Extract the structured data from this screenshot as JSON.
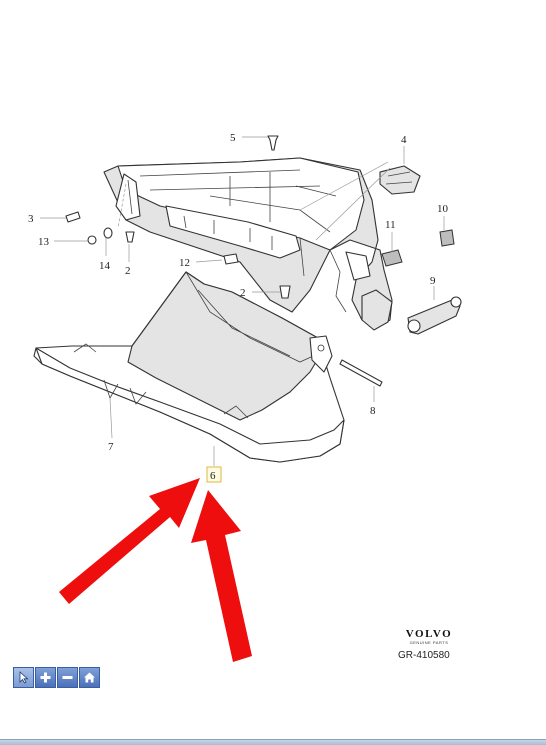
{
  "callouts": {
    "c1": "5",
    "c2": "4",
    "c3": "3",
    "c4": "13",
    "c5": "14",
    "c6": "2",
    "c7": "11",
    "c8": "10",
    "c9": "12",
    "c10": "2",
    "c11": "9",
    "c12": "8",
    "c13": "7",
    "c14": "6"
  },
  "highlighted_callout": "6",
  "brand": {
    "name": "VOLVO",
    "subtitle": "GENUINE PARTS"
  },
  "reference": "GR-410580",
  "toolbar": {
    "buttons": [
      {
        "icon": "pointer-icon",
        "active": true
      },
      {
        "icon": "zoom-in-icon",
        "active": false
      },
      {
        "icon": "zoom-out-icon",
        "active": false
      },
      {
        "icon": "home-icon",
        "active": false
      }
    ]
  },
  "colors": {
    "arrow": "#ee0e0e",
    "toolbar": "#4a70b8",
    "highlight_box": "#d8b84a"
  }
}
